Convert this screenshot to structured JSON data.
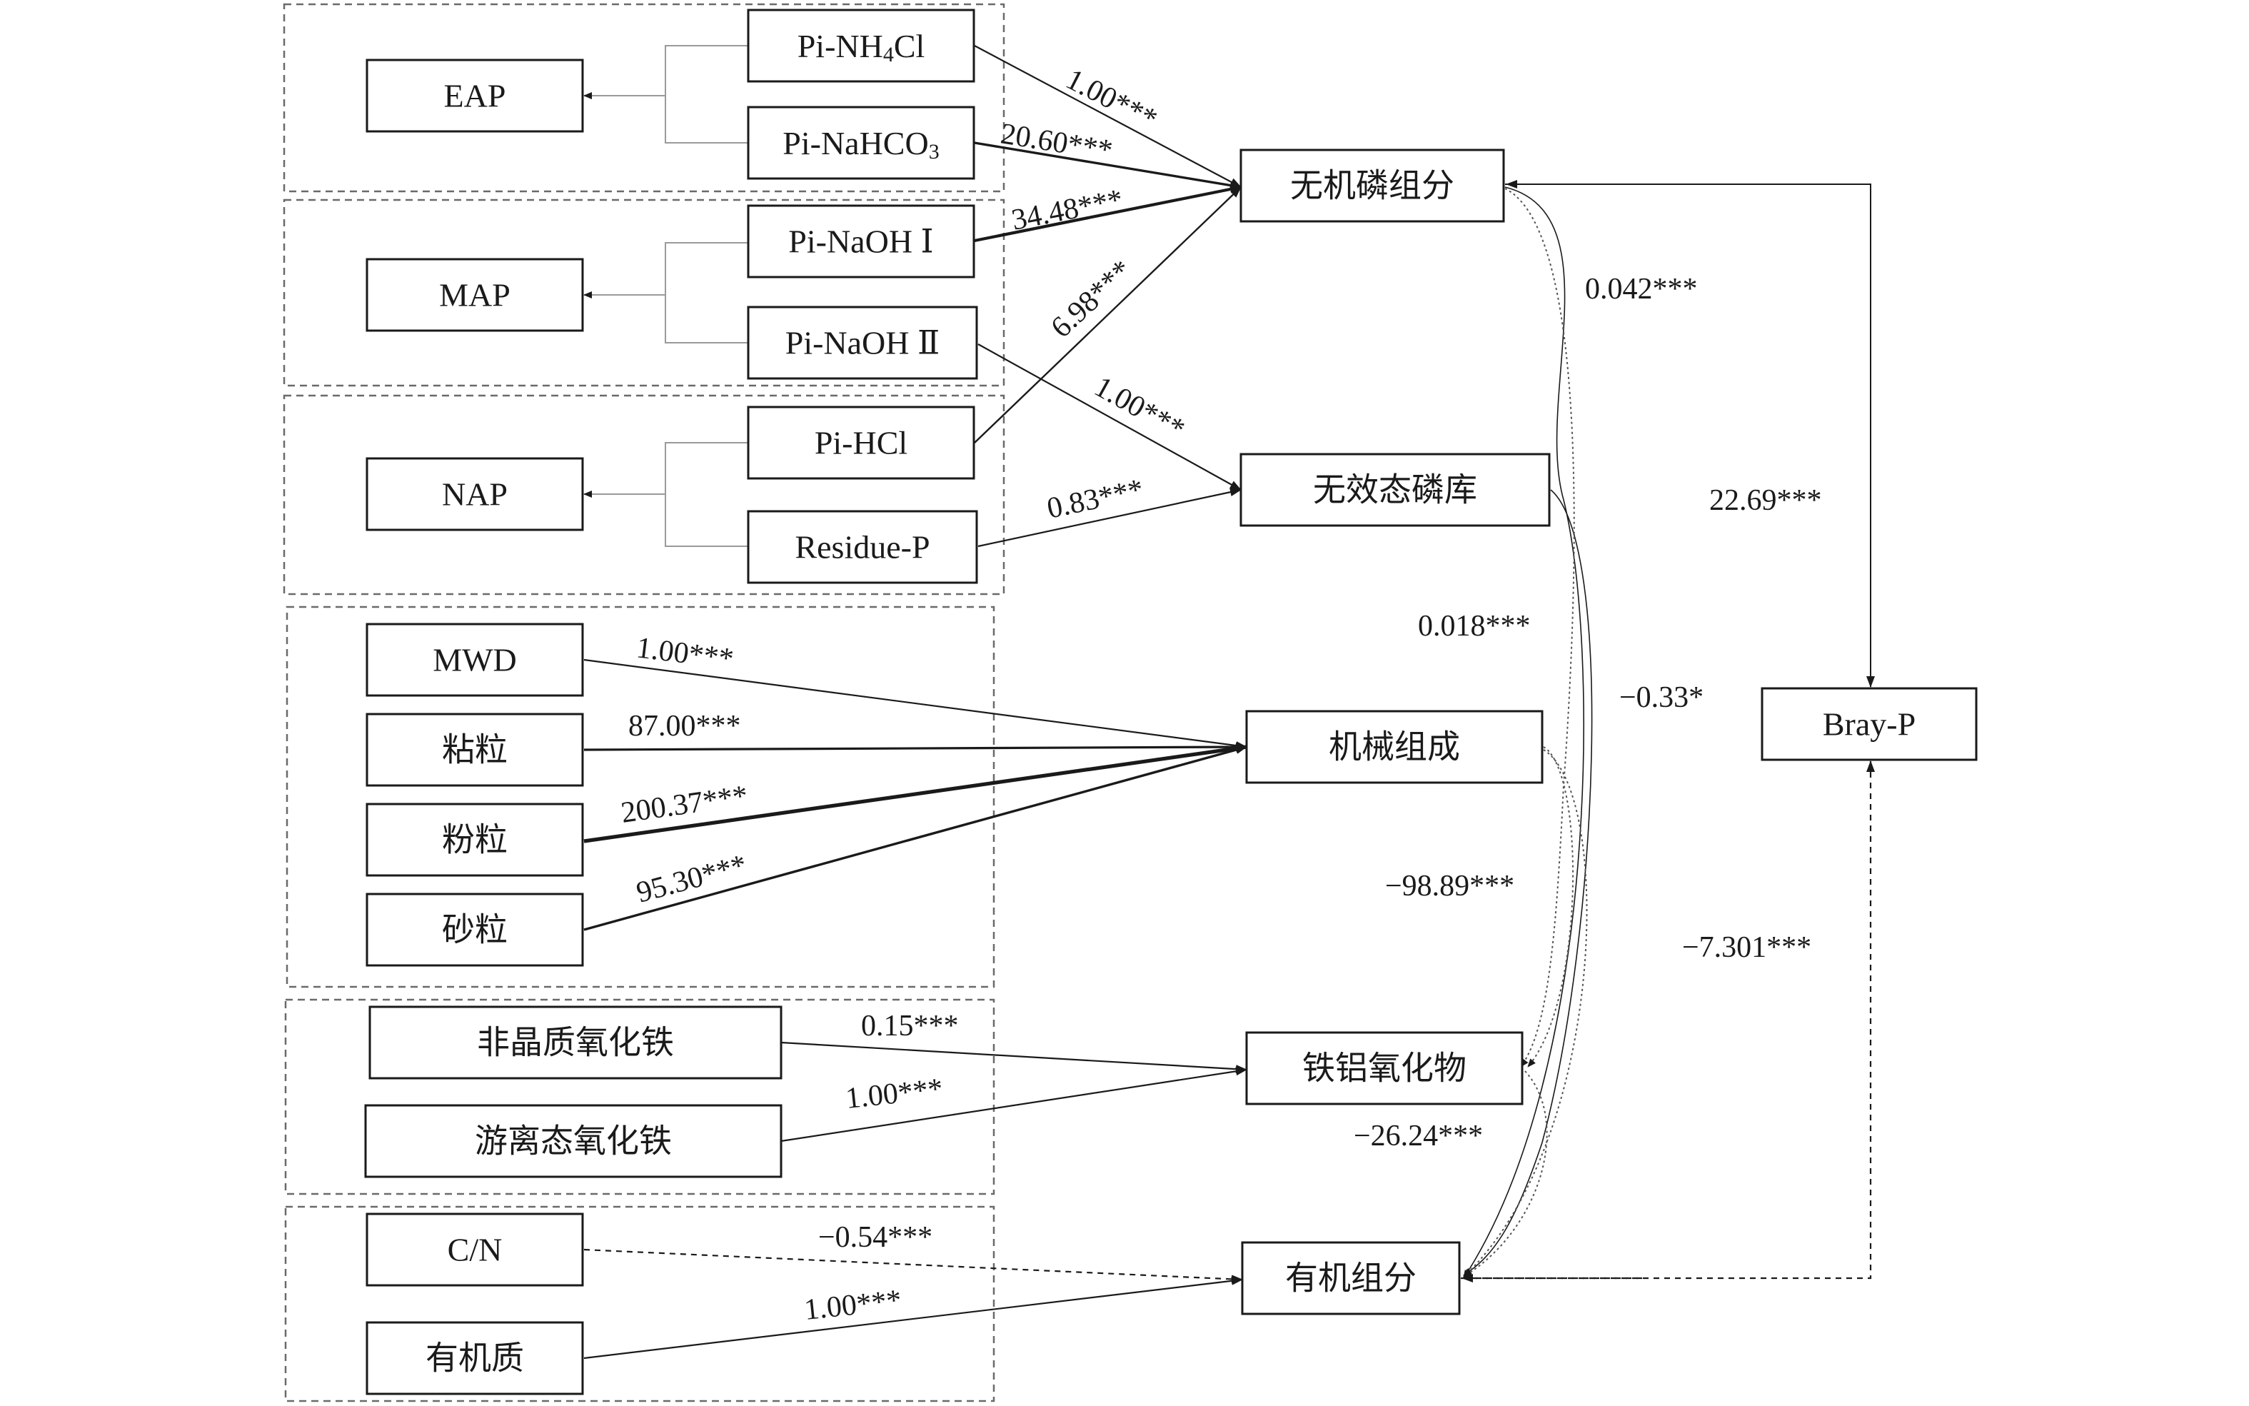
{
  "groups": [
    {
      "name": "EAP",
      "items": [
        "Pi-NH4Cl",
        "Pi-NaHCO3"
      ]
    },
    {
      "name": "MAP",
      "items": [
        "Pi-NaOH Ⅰ",
        "Pi-NaOH Ⅱ"
      ]
    },
    {
      "name": "NAP",
      "items": [
        "Pi-HCl",
        "Residue-P"
      ]
    }
  ],
  "nodes": {
    "eap": "EAP",
    "map": "MAP",
    "nap": "NAP",
    "pi_nh4cl": {
      "base": "Pi-NH",
      "sub": "4",
      "tail": "Cl"
    },
    "pi_nahco3": {
      "base": "Pi-NaHCO",
      "sub": "3"
    },
    "pi_naoh1": "Pi-NaOH Ⅰ",
    "pi_naoh2": "Pi-NaOH Ⅱ",
    "pi_hcl": "Pi-HCl",
    "residue_p": "Residue-P",
    "mwd": "MWD",
    "clay": "粘粒",
    "silt": "粉粒",
    "sand": "砂粒",
    "amorphous_fe": "非晶质氧化铁",
    "free_fe": "游离态氧化铁",
    "cn": "C/N",
    "organic_matter": "有机质",
    "inorganic_p": "无机磷组分",
    "ineffective_p": "无效态磷库",
    "mechanical": "机械组成",
    "fe_al": "铁铝氧化物",
    "organic": "有机组分",
    "bray_p": "Bray-P"
  },
  "coefficients": {
    "nh4cl_to_inorganic": "1.00***",
    "nahco3_to_inorganic": "20.60***",
    "naoh1_to_inorganic": "34.48***",
    "hcl_to_inorganic": "6.98***",
    "naoh2_to_ineffective": "1.00***",
    "residue_to_ineffective": "0.83***",
    "mwd_to_mechanical": "1.00***",
    "clay_to_mechanical": "87.00***",
    "silt_to_mechanical": "200.37***",
    "sand_to_mechanical": "95.30***",
    "amorphous_to_feal": "0.15***",
    "free_to_feal": "1.00***",
    "cn_to_organic": "−0.54***",
    "om_to_organic": "1.00***",
    "inorganic_to_bray": "22.69***",
    "organic_to_bray": "−7.301***",
    "inorganic_organic": "0.042***",
    "ineffective_organic": "0.018***",
    "inorganic_feal": "−0.33*",
    "mechanical_organic": "−98.89***",
    "feal_organic": "−26.24***"
  }
}
